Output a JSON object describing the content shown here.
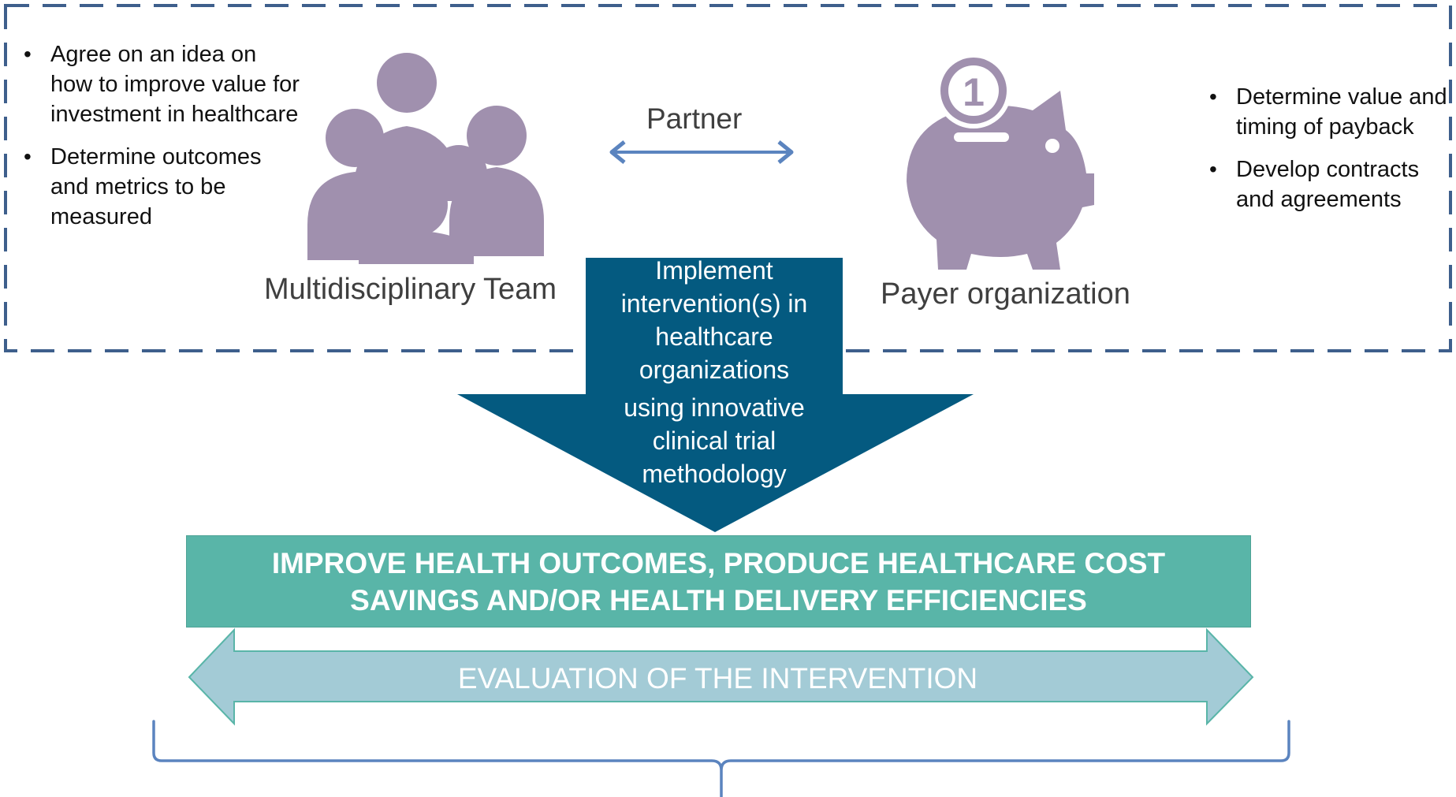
{
  "left_bullets": [
    "Agree on an idea on how to improve value for investment in healthcare",
    "Determine outcomes and metrics to be measured"
  ],
  "team_label": "Multidisciplinary Team",
  "partner_label": "Partner",
  "payer_label": "Payer organization",
  "coin_number": "1",
  "right_bullets": [
    "Determine value and timing of payback",
    "Develop contracts and agreements"
  ],
  "arrow_text": {
    "line1": "Implement intervention(s) in healthcare organizations",
    "line2": "using innovative clinical trial methodology"
  },
  "outcome": "IMPROVE HEALTH OUTCOMES, PRODUCE HEALTHCARE COST SAVINGS AND/OR HEALTH DELIVERY EFFICIENCIES",
  "evaluation": "EVALUATION OF THE INTERVENTION",
  "colors": {
    "dashed_border": "#3e5f8c",
    "icon_purple": "#a090ae",
    "partner_arrow": "#5b84bf",
    "down_arrow": "#045a80",
    "outcome_box": "#59b5a8",
    "eval_arrow": "#a3cbd6",
    "brace": "#5b84bf"
  }
}
